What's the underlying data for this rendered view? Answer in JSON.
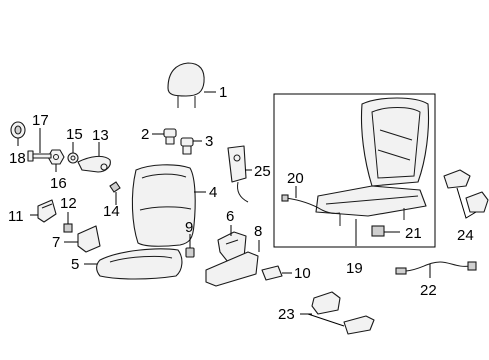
{
  "diagram": {
    "callouts": {
      "c1": "1",
      "c2": "2",
      "c3": "3",
      "c4": "4",
      "c5": "5",
      "c6": "6",
      "c7": "7",
      "c8": "8",
      "c9": "9",
      "c10": "10",
      "c11": "11",
      "c12": "12",
      "c13": "13",
      "c14": "14",
      "c15": "15",
      "c16": "16",
      "c17": "17",
      "c18": "18",
      "c19": "19",
      "c20": "20",
      "c21": "21",
      "c22": "22",
      "c23": "23",
      "c24": "24",
      "c25": "25"
    },
    "colors": {
      "line": "#1a1a1a",
      "fill": "#f2f2f2",
      "shade": "#cfcfcf"
    }
  }
}
